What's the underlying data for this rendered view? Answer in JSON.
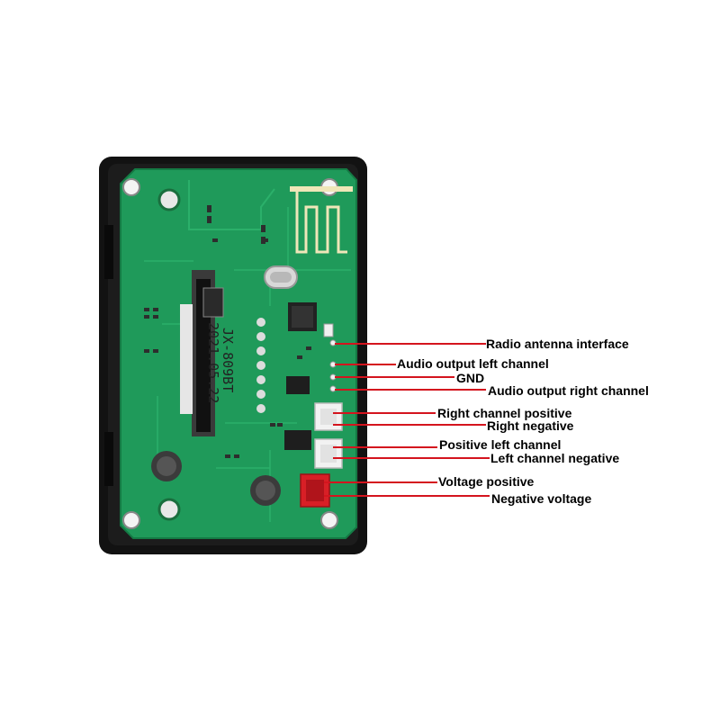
{
  "board": {
    "model_marking": "JX-809BT",
    "date_marking": "2021.05.22"
  },
  "callouts": [
    {
      "label": "Radio antenna interface"
    },
    {
      "label": "Audio output left channel"
    },
    {
      "label": "GND"
    },
    {
      "label": "Audio output right channel"
    },
    {
      "label": "Right channel positive"
    },
    {
      "label": "Right negative"
    },
    {
      "label": "Positive left channel"
    },
    {
      "label": "Left channel negative"
    },
    {
      "label": "Voltage positive"
    },
    {
      "label": "Negative voltage"
    }
  ],
  "colors": {
    "frame": "#111111",
    "pcb": "#1f9a5a",
    "leader_line": "#d4141e",
    "connector": "#f2f2f2",
    "power_connector": "#d81f26"
  }
}
